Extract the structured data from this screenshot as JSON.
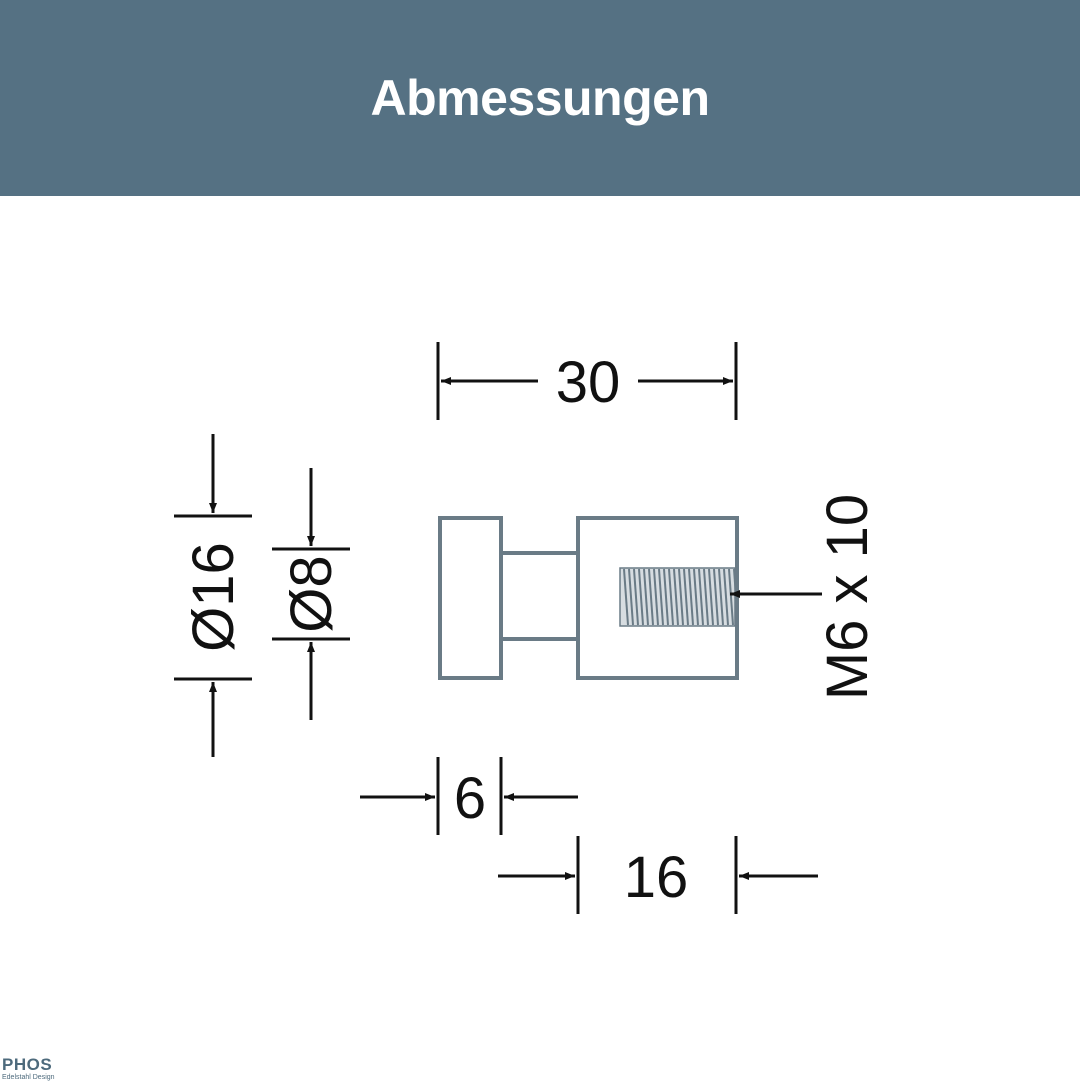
{
  "header": {
    "title": "Abmessungen",
    "background_color": "#557183"
  },
  "drawing": {
    "part_outline_color": "#6a7b86",
    "dimension_color": "#111111",
    "dimensions": {
      "overall_length": "30",
      "head_length": "6",
      "body_length": "16",
      "outer_diameter": "Ø16",
      "neck_diameter": "Ø8",
      "thread": "M6 x 10"
    }
  },
  "logo": {
    "mark": "PHOS",
    "tagline": "Edelstahl Design"
  }
}
